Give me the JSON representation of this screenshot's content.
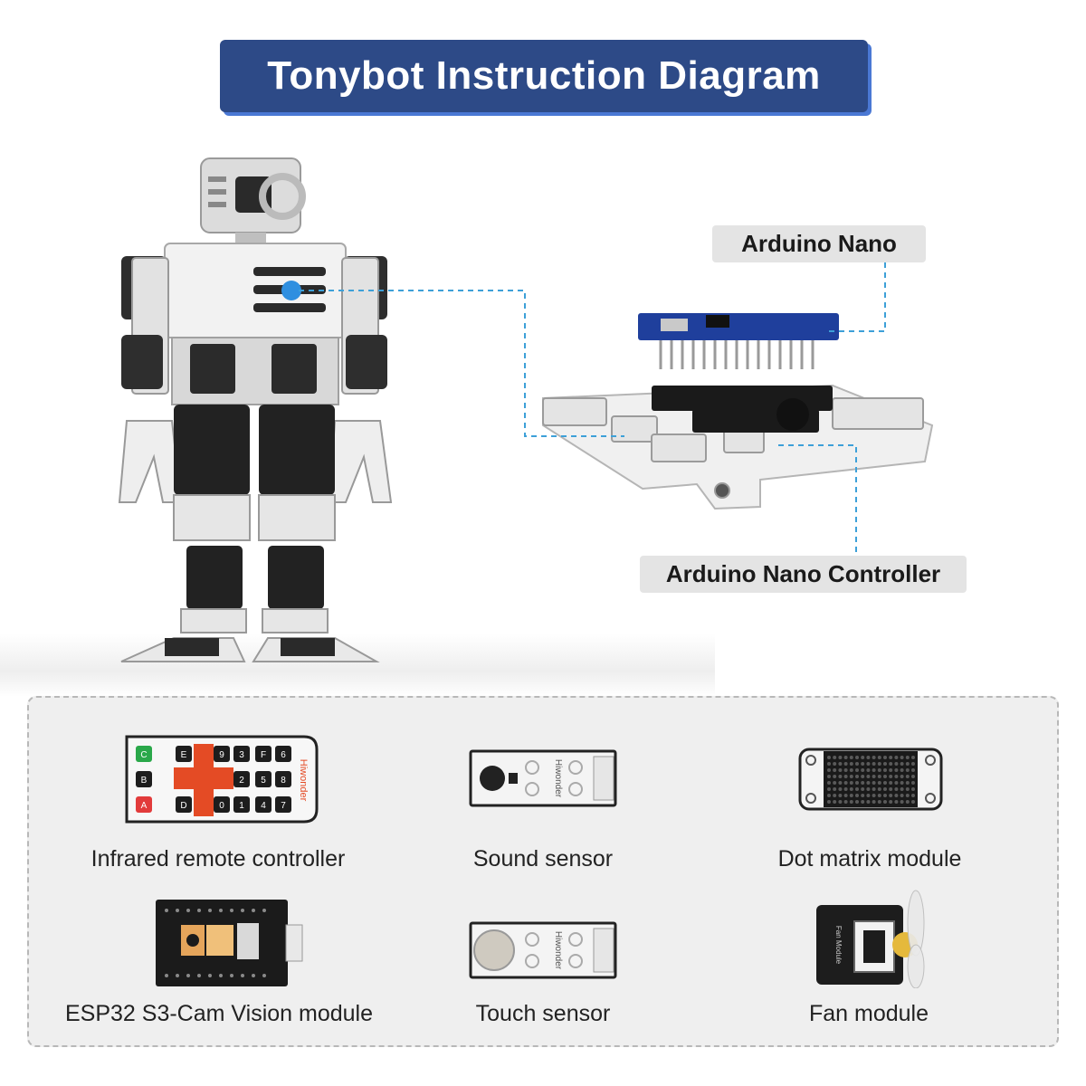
{
  "title": "Tonybot Instruction Diagram",
  "labels": {
    "arduino_nano": "Arduino Nano",
    "arduino_nano_controller": "Arduino Nano Controller"
  },
  "modules": [
    {
      "label": "Infrared remote controller",
      "icon": "ir-remote-icon"
    },
    {
      "label": "Sound sensor",
      "icon": "sound-sensor-icon"
    },
    {
      "label": "Dot matrix module",
      "icon": "dot-matrix-icon"
    },
    {
      "label": "ESP32 S3-Cam Vision module",
      "icon": "camera-module-icon"
    },
    {
      "label": "Touch sensor",
      "icon": "touch-sensor-icon"
    },
    {
      "label": "Fan module",
      "icon": "fan-module-icon"
    }
  ],
  "remote_keys": [
    "C",
    "E",
    "F",
    "3",
    "6",
    "9",
    "B",
    "2",
    "5",
    "8",
    "A",
    "D",
    "0",
    "1",
    "4",
    "7"
  ],
  "brand": "Hiwonder",
  "fan_label": "Fan Module",
  "colors": {
    "banner": "#2d4a87",
    "banner_shadow": "#4a78d4",
    "connector": "#3da0d8",
    "pill": "#e4e4e4",
    "panel": "#efefef",
    "pcb_blue": "#1f3f9c"
  }
}
